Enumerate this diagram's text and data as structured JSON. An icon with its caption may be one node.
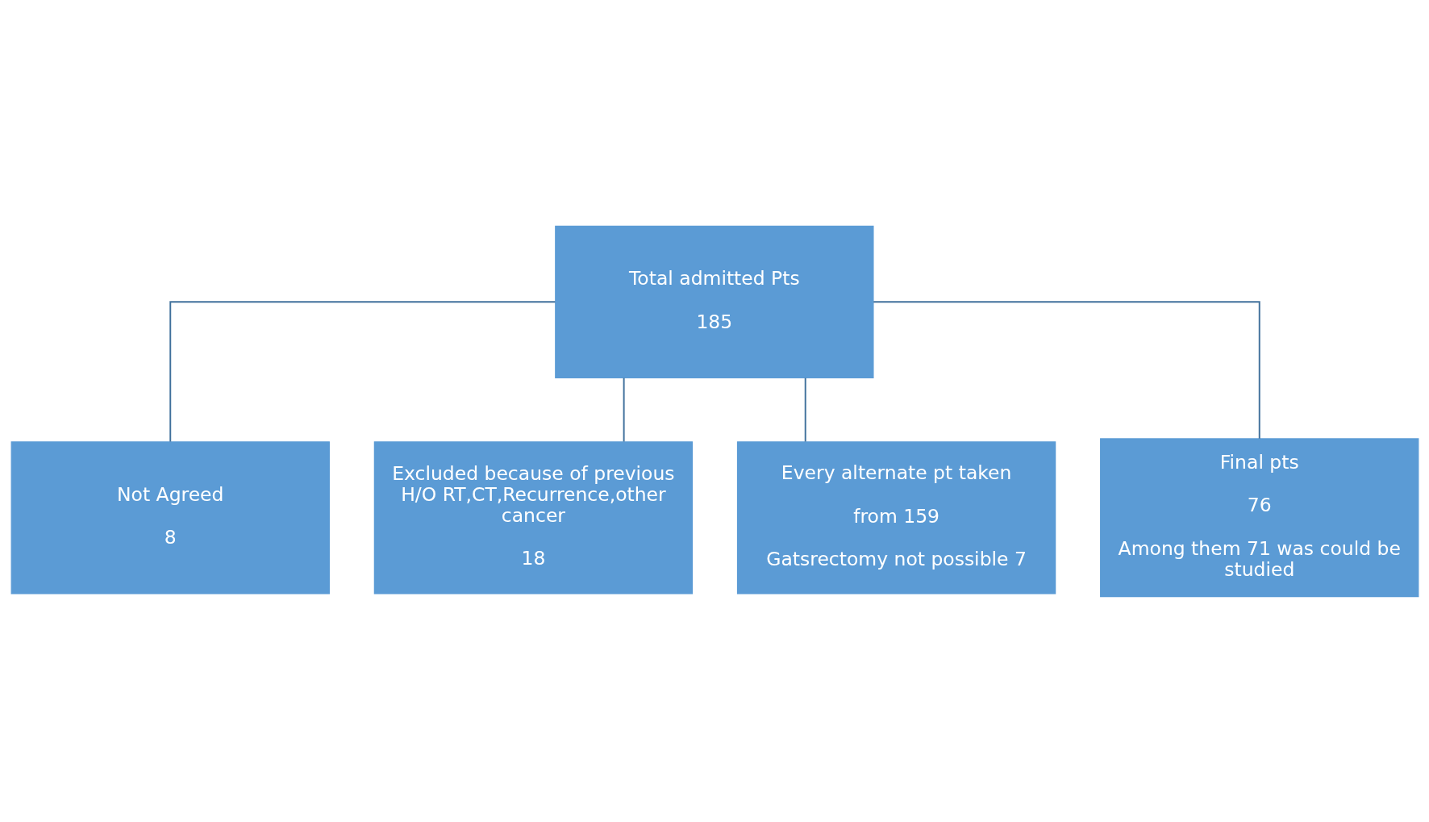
{
  "diagram": {
    "nodes": [
      {
        "text": [
          "Total admitted Pts",
          "185"
        ]
      },
      {
        "text": [
          "Not Agreed",
          "8"
        ]
      },
      {
        "text": [
          "Excluded because of previous H/O RT,CT,Recurrence,other cancer",
          "18"
        ]
      },
      {
        "text": [
          "Every alternate pt taken",
          "from 159",
          "Gatsrectomy not possible 7"
        ]
      },
      {
        "text": [
          "Final pts",
          "76",
          "Among them 71 was could be studied"
        ]
      }
    ],
    "edges": [
      {
        "from": 0,
        "to": 1,
        "arrow": "none"
      },
      {
        "from": 0,
        "to": 2,
        "arrow": "none"
      },
      {
        "from": 0,
        "to": 3,
        "arrow": "none"
      },
      {
        "from": 0,
        "to": 4,
        "arrow": "none"
      }
    ]
  }
}
